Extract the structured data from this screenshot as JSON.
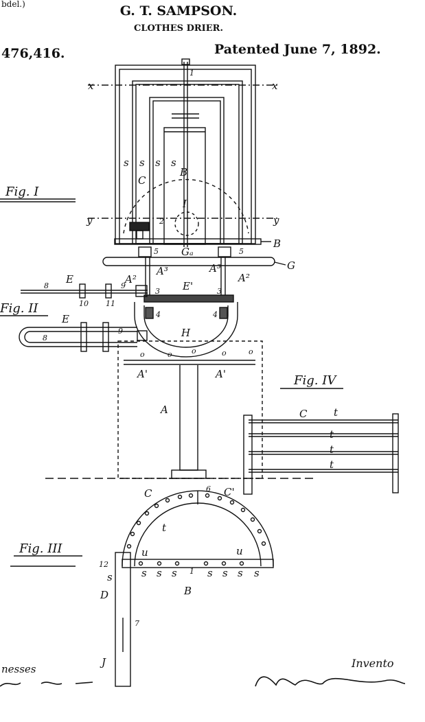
{
  "header": {
    "corner_fragment": "bdel.)",
    "inventor": "G. T. SAMPSON.",
    "title": "CLOTHES DRIER.",
    "patent_number": "476,416.",
    "patented_date": "Patented June 7, 1892."
  },
  "figures": {
    "fig1": "Fig. I",
    "fig2": "Fig. II",
    "fig3": "Fig. III",
    "fig4": "Fig. IV"
  },
  "section_markers": {
    "x": "x",
    "y": "y"
  },
  "part_labels": {
    "A": "A",
    "A1": "A'",
    "A2": "A²",
    "A3": "A³",
    "B": "B",
    "C": "C",
    "C1": "C'",
    "D": "D",
    "E": "E",
    "E1": "E'",
    "G": "G",
    "Ga": "Gₐ",
    "H": "H",
    "I": "I",
    "J": "J",
    "s": "s",
    "t": "t",
    "u": "u",
    "n1": "1",
    "n2": "2",
    "n3": "3",
    "n4": "4",
    "n5": "5",
    "n6": "6",
    "n7": "7",
    "n8": "8",
    "n9": "9",
    "n10": "10",
    "n11": "11",
    "n12": "12",
    "o": "o"
  },
  "footer": {
    "witnesses_fragment": "nesses",
    "inventor_fragment": "Invento"
  }
}
